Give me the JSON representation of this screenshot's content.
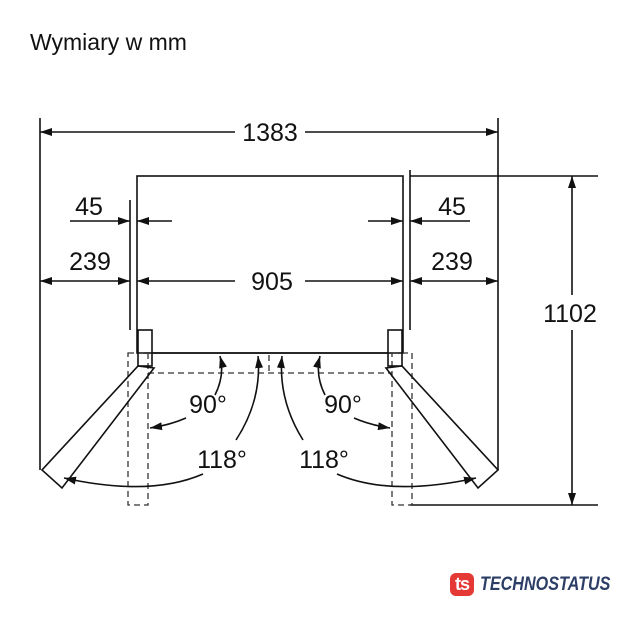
{
  "title": "Wymiary w mm",
  "dimensions": {
    "total_width": "1383",
    "left_offset_small": "45",
    "right_offset_small": "45",
    "left_offset_large": "239",
    "right_offset_large": "239",
    "body_width": "905",
    "depth": "1102"
  },
  "angles": {
    "left_90": "90°",
    "right_90": "90°",
    "left_118": "118°",
    "right_118": "118°"
  },
  "logo": {
    "mark": "ts",
    "name": "TECHNOSTATUS"
  }
}
